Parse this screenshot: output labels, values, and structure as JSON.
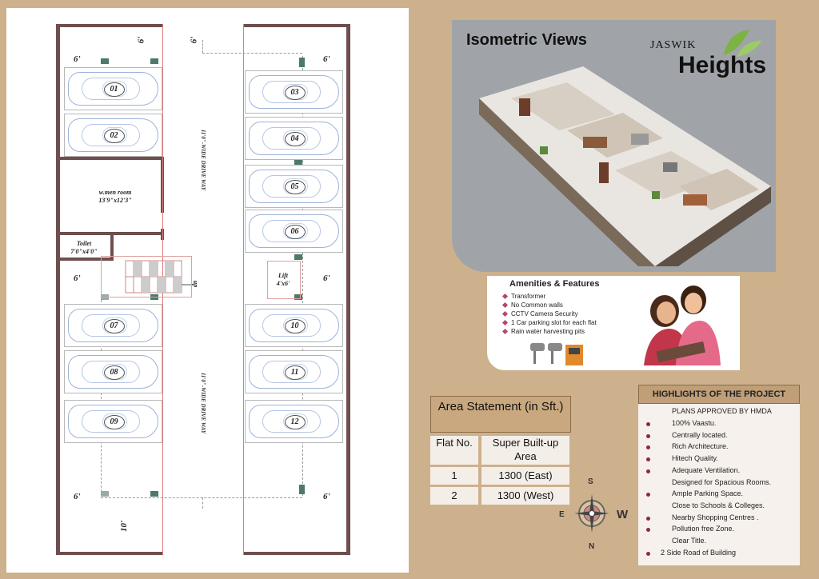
{
  "plan": {
    "spots_left": [
      "01",
      "02",
      "07",
      "08",
      "09"
    ],
    "spots_right": [
      "03",
      "04",
      "05",
      "06",
      "10",
      "11",
      "12"
    ],
    "dims": {
      "d6": "6'",
      "d10": "10'"
    },
    "rooms": {
      "wmen_name": "w.men room",
      "wmen_size": "13'9\"x12'3\"",
      "toilet_name": "Toilet",
      "toilet_size": "7'0\"x4'0\"",
      "lift_name": "Lift",
      "lift_size": "4'x6'",
      "up": "up"
    },
    "driveway": "11'0\"-WIDE DRIVE WAY"
  },
  "iso": {
    "title": "Isometric Views"
  },
  "brand": {
    "line1": "JASWIK",
    "line2": "Heights",
    "accent": "#7cb342"
  },
  "amenities": {
    "title": "Amenities & Features",
    "items": [
      "Transformer",
      "No Common walls",
      "CCTV Camera Security",
      "1 Car parking slot for each flat",
      "Rain water harvesting pits"
    ]
  },
  "area": {
    "title": "Area Statement (in Sft.)",
    "col1": "Flat No.",
    "col2": "Super Built-up Area",
    "rows": [
      {
        "no": "1",
        "area": "1300 (East)"
      },
      {
        "no": "2",
        "area": "1300 (West)"
      }
    ]
  },
  "highlights": {
    "title": "HIGHLIGHTS OF THE PROJECT",
    "approval": "PLANS APPROVED BY HMDA",
    "items": [
      {
        "text": "100% Vaastu.",
        "bullet": true
      },
      {
        "text": "Centrally located.",
        "bullet": true
      },
      {
        "text": "Rich Architecture.",
        "bullet": true
      },
      {
        "text": "Hitech Quality.",
        "bullet": true
      },
      {
        "text": "Adequate Ventilation.",
        "bullet": true
      },
      {
        "text": "Designed for Spacious Rooms.",
        "bullet": false
      },
      {
        "text": "Ample Parking Space.",
        "bullet": true
      },
      {
        "text": "Close to Schools & Colleges.",
        "bullet": false
      },
      {
        "text": "Nearby Shopping Centres .",
        "bullet": true
      },
      {
        "text": "Pollution free Zone.",
        "bullet": true
      },
      {
        "text": "Clear Title.",
        "bullet": false
      },
      {
        "text": "2 Side Road of Building",
        "bullet": true
      }
    ]
  },
  "compass": {
    "n": "N",
    "s": "S",
    "e": "E",
    "w": "W"
  },
  "colors": {
    "bg": "#cdb18c",
    "wall": "#6e4e4e",
    "panel": "#a0a4a9"
  }
}
